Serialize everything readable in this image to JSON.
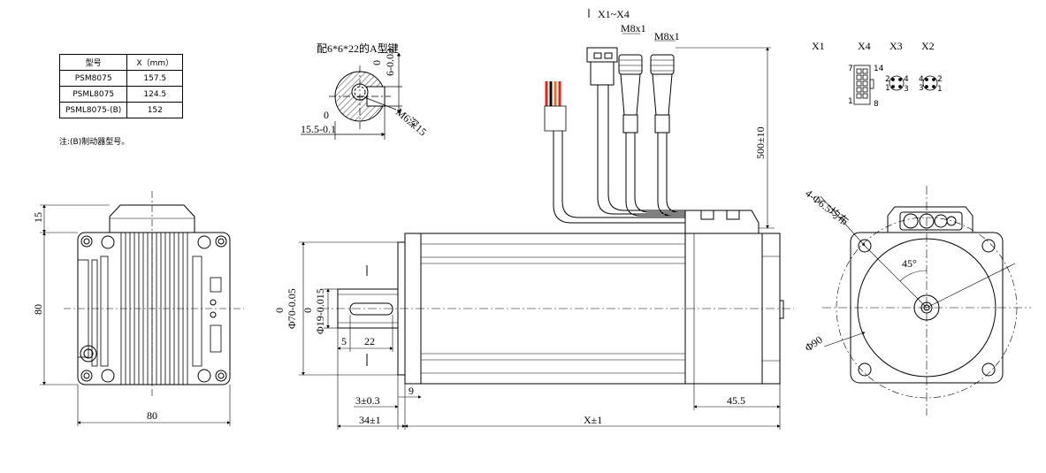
{
  "spec_table": {
    "header": [
      "型号",
      "X（mm）"
    ],
    "rows": [
      {
        "model": "PSM8075",
        "x": "157.5"
      },
      {
        "model": "PSML8075",
        "x": "124.5"
      },
      {
        "model": "PSML8075-(B)",
        "x": "152"
      }
    ]
  },
  "note": "注:(B)制动器型号。",
  "key_view": {
    "key_label": "配6*6*22的A型键",
    "tol_upper": "0",
    "tol_value": "6-0.03",
    "width_zero": "0",
    "width_value": "15.5-0.1",
    "thread_label": "M6深15"
  },
  "connectors": {
    "x1_x4": "X1~X4",
    "m8_a": "M8x1",
    "m8_b": "M8x1",
    "cable_length": "500±10",
    "pin_labels": [
      "X1",
      "X4",
      "X3",
      "X2"
    ],
    "x4_pins": {
      "top_left": "7",
      "top_right": "14",
      "bottom_left": "1",
      "bottom_right": "8"
    },
    "x3_pins": {
      "a": "2",
      "b": "4",
      "c": "1",
      "d": "3"
    },
    "x2_pins": {
      "a": "4",
      "b": "2",
      "c": "3",
      "d": "1"
    }
  },
  "left_view": {
    "height_top": "15",
    "height": "80",
    "width": "80"
  },
  "side_view": {
    "flange_zero": "0",
    "flange_dia": "Φ70-0.05",
    "shaft_zero": "0",
    "shaft_dia": "Φ19-0.015",
    "key_offset": "5",
    "key_length": "22",
    "flange_thickness": "9",
    "pilot": "3±0.3",
    "shaft_length": "34±1",
    "brake_length": "45.5",
    "body_length": "X±1"
  },
  "front_view": {
    "holes": "4-Φ6.5均布",
    "angle": "45°",
    "pcd": "Φ90"
  }
}
